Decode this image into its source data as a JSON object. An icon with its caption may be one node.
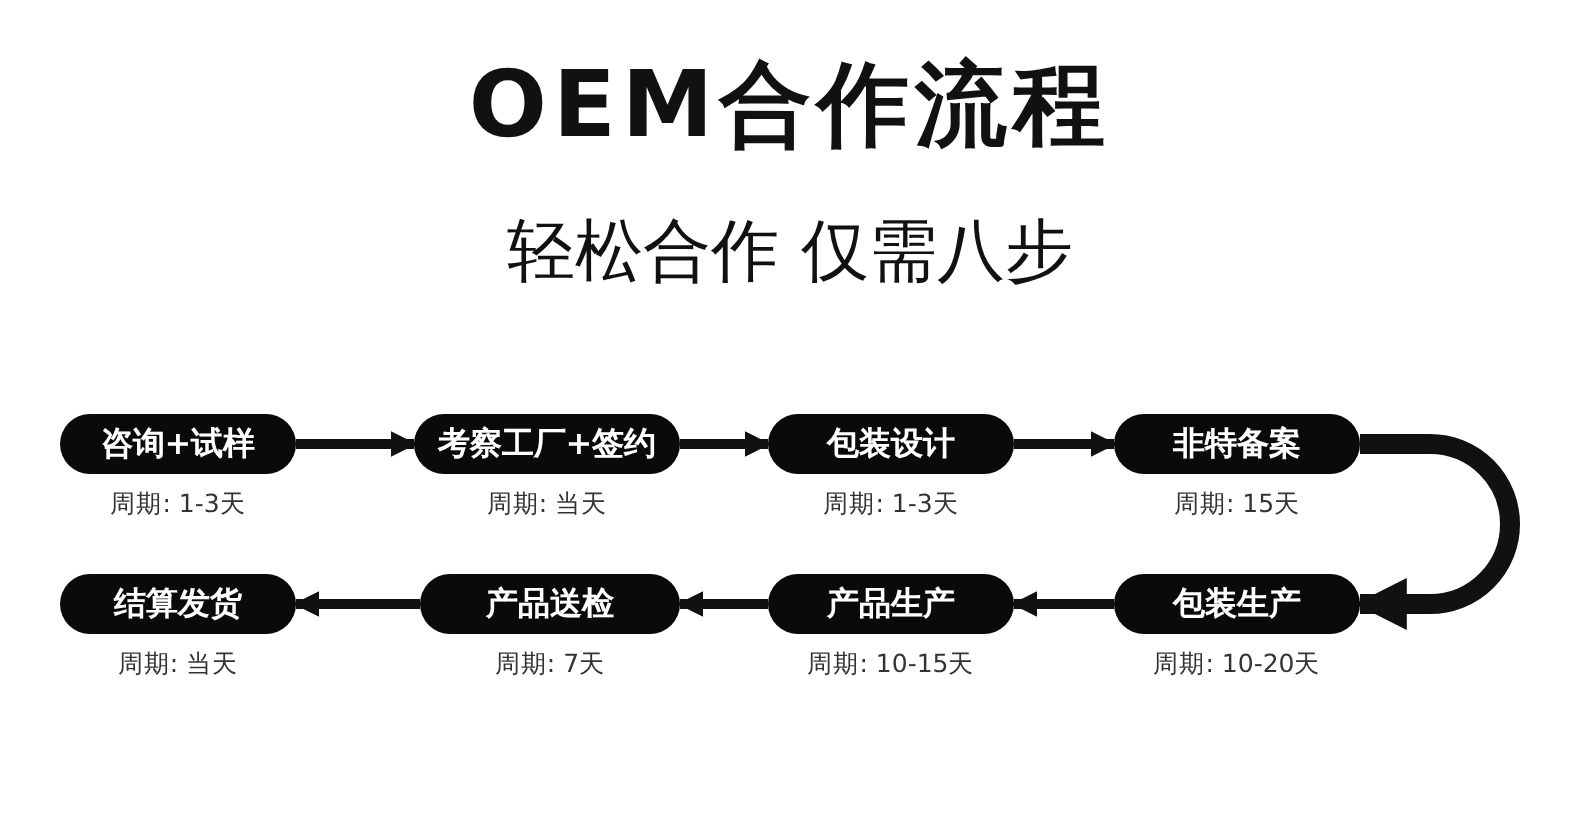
{
  "diagram": {
    "title": "OEM合作流程",
    "caption": "轻松合作 仅需八步",
    "nodes": [
      {
        "text": [
          "咨询+试样"
        ],
        "beside": [
          "周期: 1-3天"
        ]
      },
      {
        "text": [
          "考察工厂+签约"
        ],
        "beside": [
          "周期: 当天"
        ]
      },
      {
        "text": [
          "包装设计"
        ],
        "beside": [
          "周期: 1-3天"
        ]
      },
      {
        "text": [
          "非特备案"
        ],
        "beside": [
          "周期: 15天"
        ]
      },
      {
        "text": [
          "结算发货"
        ],
        "beside": [
          "周期: 当天"
        ]
      },
      {
        "text": [
          "产品送检"
        ],
        "beside": [
          "周期: 7天"
        ]
      },
      {
        "text": [
          "产品生产"
        ],
        "beside": [
          "周期: 10-15天"
        ]
      },
      {
        "text": [
          "包装生产"
        ],
        "beside": [
          "周期: 10-20天"
        ]
      }
    ],
    "edges": [
      {
        "from": 0,
        "to": 1,
        "arrow": "to"
      },
      {
        "from": 1,
        "to": 2,
        "arrow": "to"
      },
      {
        "from": 2,
        "to": 3,
        "arrow": "to"
      },
      {
        "from": 3,
        "to": 7,
        "arrow": "to",
        "style": "thick"
      },
      {
        "from": 7,
        "to": 6,
        "arrow": "to"
      },
      {
        "from": 6,
        "to": 5,
        "arrow": "to"
      },
      {
        "from": 5,
        "to": 4,
        "arrow": "to"
      }
    ]
  }
}
